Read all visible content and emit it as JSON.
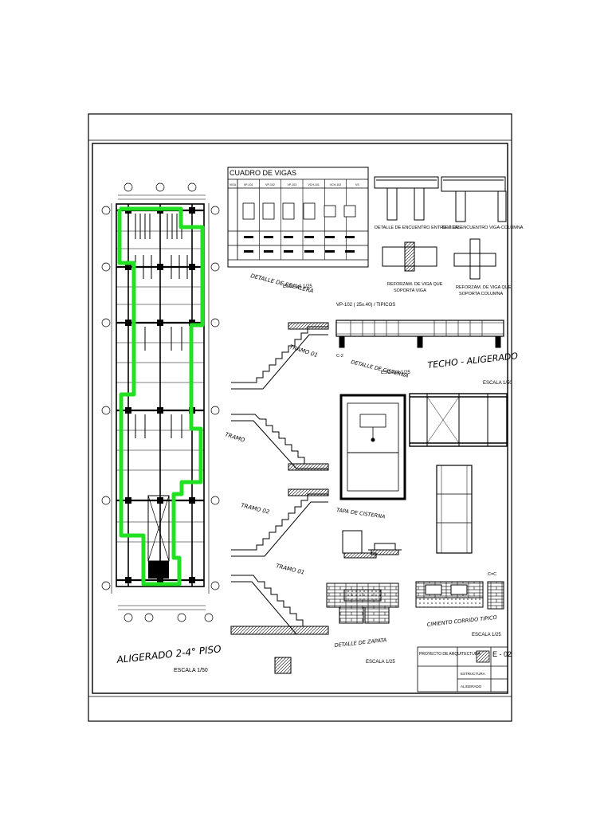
{
  "sheet": {
    "main_plan_title": "ALIGERADO 2-4° PISO",
    "main_plan_scale": "ESCALA 1/50",
    "sheet_code": "E - 02",
    "project_title": "PROYECTO DE ARQUITECTURA",
    "discipline_label": "ESTRUCTURA",
    "drawing_label": "ALIGERADO"
  },
  "cuadro_vigas": {
    "title": "CUADRO DE VIGAS",
    "headers": [
      "VIGA",
      "VP-101",
      "VP-102",
      "VP-103",
      "VCH-101",
      "VCH-102",
      "VS"
    ]
  },
  "details": {
    "escalera_title": "DETALLE DE ESCALERA",
    "escalera_scale": "ESCALA 1/25",
    "encuentro_vigas": "DETALLE DE ENCUENTRO ENTRE VIGAS",
    "encuentro_viga_columna": "DET. DE ENCUENTRO VIGA-COLUMNA",
    "refuerzo_viga_viga_1": "REFORZAM. DE VIGA QUE",
    "refuerzo_viga_viga_2": "SOPORTA VIGA",
    "refuerzo_viga_col_1": "REFORZAM. DE VIGA QUE",
    "refuerzo_viga_col_2": "SOPORTA COLUMNA",
    "vp_label": "VP-102 ( 25x.40) / TIPICOS",
    "cisterna_title": "DETALLE DE CISTERNA",
    "cisterna_scale": "ESCALA 1/25",
    "techo_title": "TECHO - ALIGERADO",
    "techo_scale": "ESCALA 1/50",
    "tapa_cisterna": "TAPA DE CISTERNA",
    "tramo_01a": "TRAMO 01",
    "tramo_02": "TRAMO 02",
    "tramo_01b": "TRAMO 01",
    "tramo_label_side": "TRAMO",
    "zapata_title": "DETALLE DE ZAPATA",
    "zapata_scale": "ESCALA 1/25",
    "cimiento_title": "CIMIENTO CORRIDO TIPICO",
    "cimiento_scale": "ESCALA 1/25",
    "c2_label": "C-2",
    "ca_label": "C=C"
  },
  "colors": {
    "highlight": "#22e022",
    "ink": "#000000",
    "paper": "#ffffff"
  }
}
